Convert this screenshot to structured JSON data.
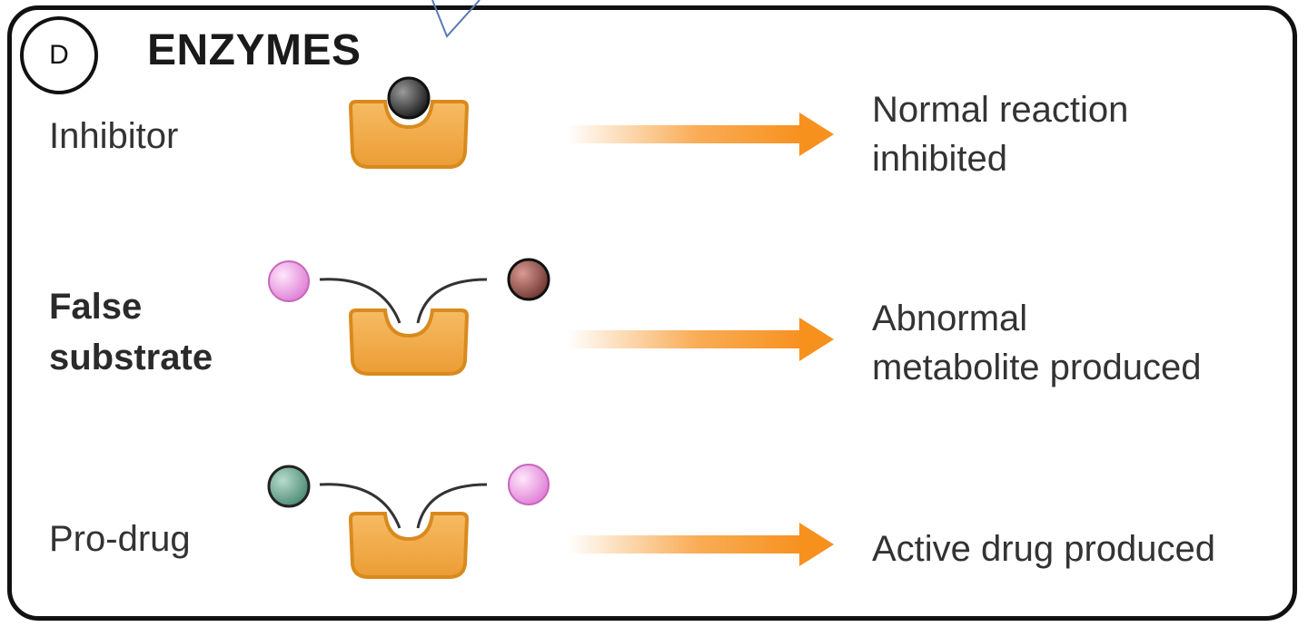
{
  "panel": {
    "badge": "D",
    "title": "ENZYMES"
  },
  "rows": [
    {
      "label_lines": [
        "Inhibitor"
      ],
      "label_bold": false,
      "result_lines": [
        "Normal reaction",
        "inhibited"
      ],
      "molecule_colors": [
        "#2b2b2b"
      ]
    },
    {
      "label_lines": [
        "False",
        "substrate"
      ],
      "label_bold": true,
      "result_lines": [
        "Abnormal",
        "metabolite produced"
      ],
      "molecule_colors": [
        "#e98ee0",
        "#8a4a42"
      ]
    },
    {
      "label_lines": [
        "Pro-drug"
      ],
      "label_bold": false,
      "result_lines": [
        "Active drug produced"
      ],
      "molecule_colors": [
        "#5f9e86",
        "#e98ee0"
      ]
    }
  ],
  "colors": {
    "enzyme_fill": "#f2a845",
    "enzyme_stroke": "#d98a1e",
    "arrow": "#f7911e",
    "border": "#111111"
  }
}
